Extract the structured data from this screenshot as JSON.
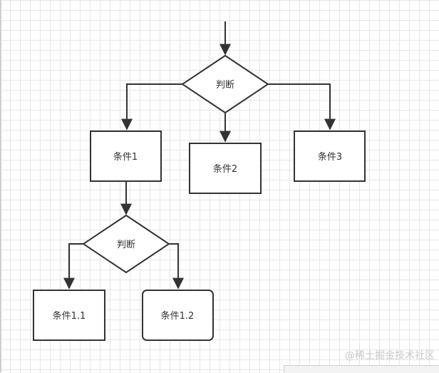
{
  "diagram": {
    "decision_top": "判断",
    "decision_mid": "判断",
    "box_cond1": "条件1",
    "box_cond2": "条件2",
    "box_cond3": "条件3",
    "box_cond11": "条件1.1",
    "box_cond12": "条件1.2"
  },
  "watermark": "@稀土掘金技术社区",
  "colors": {
    "stroke": "#333333",
    "grid": "#e6e6e6",
    "background": "#ffffff"
  }
}
